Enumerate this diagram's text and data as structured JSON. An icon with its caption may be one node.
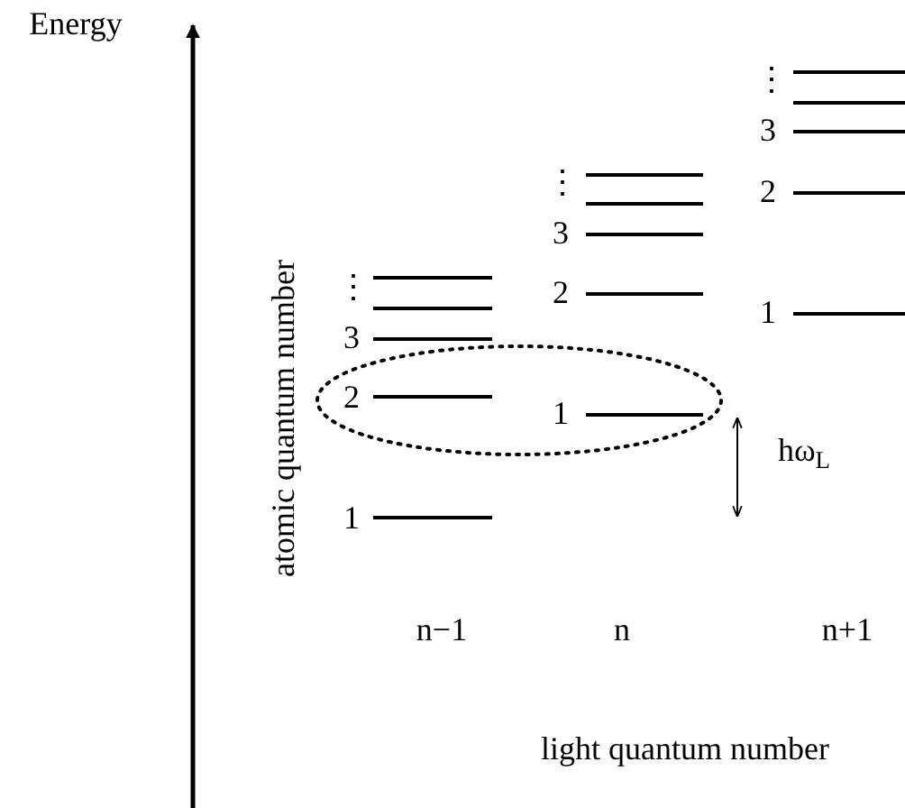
{
  "diagram": {
    "labels": [
      "Energy",
      "atomic quantum number",
      "⋮",
      "3",
      "2",
      "1",
      "⋮",
      "3",
      "2",
      "1",
      "⋮",
      "3",
      "2",
      "1",
      "hω$_{L}$",
      "n−1",
      "n",
      "n+1",
      "light quantum number"
    ]
  }
}
